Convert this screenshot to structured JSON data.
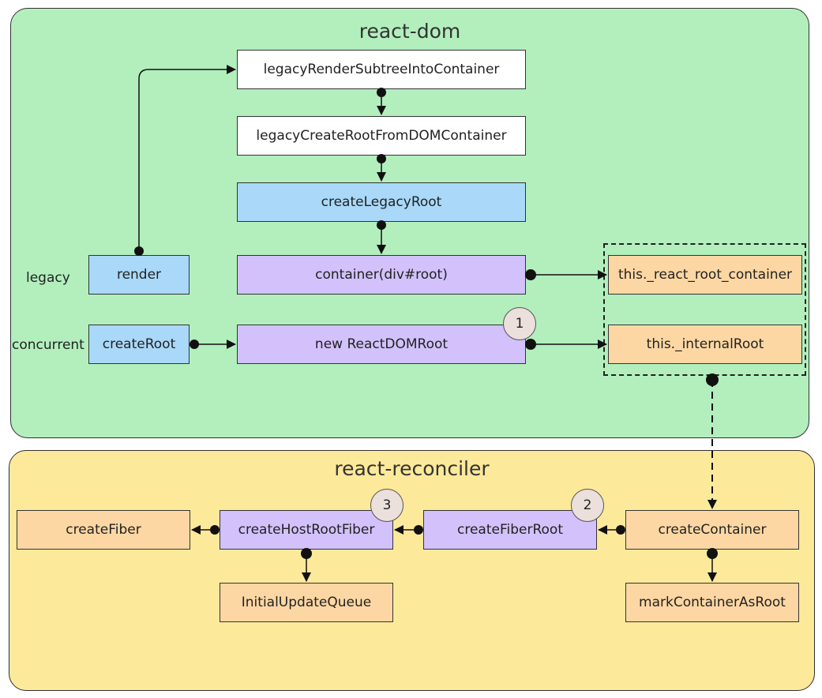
{
  "regions": {
    "react_dom": "react-dom",
    "react_reconciler": "react-reconciler"
  },
  "labels": {
    "legacy": "legacy",
    "concurrent": "concurrent"
  },
  "nodes": {
    "legacyRenderSubtreeIntoContainer": "legacyRenderSubtreeIntoContainer",
    "legacyCreateRootFromDOMContainer": "legacyCreateRootFromDOMContainer",
    "createLegacyRoot": "createLegacyRoot",
    "container": "container(div#root)",
    "newReactDOMRoot": "new ReactDOMRoot",
    "render": "render",
    "createRoot": "createRoot",
    "reactRootContainer": "this._react_root_container",
    "internalRoot": "this._internalRoot",
    "createFiber": "createFiber",
    "createHostRootFiber": "createHostRootFiber",
    "createFiberRoot": "createFiberRoot",
    "createContainer": "createContainer",
    "initialUpdateQueue": "InitialUpdateQueue",
    "markContainerAsRoot": "markContainerAsRoot"
  },
  "badges": {
    "one": "1",
    "two": "2",
    "three": "3"
  },
  "colors": {
    "react_dom_bg": "#b2efbd",
    "react_reconciler_bg": "#fde99a",
    "white_node": "#ffffff",
    "blue_node": "#a9d8f9",
    "purple_node": "#d2c1fb",
    "orange_node": "#fdd7a3",
    "badge": "#ece0dc"
  }
}
